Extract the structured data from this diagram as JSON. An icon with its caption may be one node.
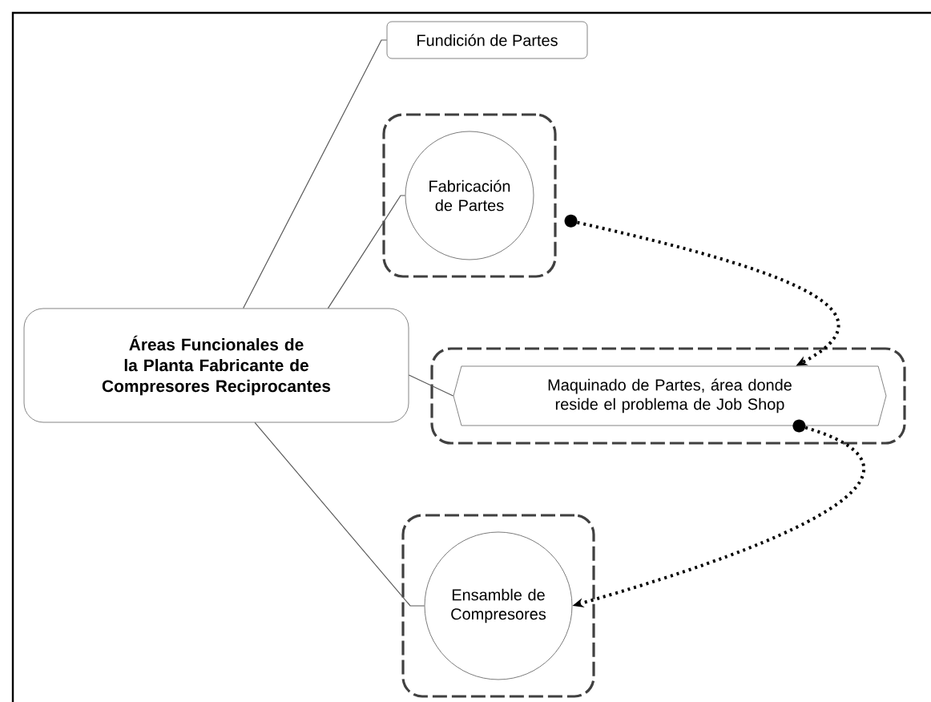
{
  "diagram": {
    "nodes": [
      {
        "text": [
          "Áreas Funcionales de la Planta Fabricante de Compresores Reciprocantes"
        ]
      },
      {
        "text": [
          "Fundición de Partes"
        ]
      },
      {
        "text": [],
        "shape": "box"
      },
      {
        "text": [
          "Fabricación de Partes"
        ],
        "in": 2
      },
      {
        "text": [],
        "shape": "box"
      },
      {
        "text": [
          "Maquinado de Partes, área donde reside el problema de Job Shop"
        ],
        "in": 4
      },
      {
        "text": [],
        "shape": "box"
      },
      {
        "text": [
          "Ensamble de Compresores"
        ],
        "in": 6
      }
    ],
    "edges": [
      {
        "from": 0,
        "to": 1,
        "arrow": "none"
      },
      {
        "from": 0,
        "to": 3,
        "arrow": "none"
      },
      {
        "from": 0,
        "to": 5,
        "arrow": "none"
      },
      {
        "from": 0,
        "to": 7,
        "arrow": "none"
      },
      {
        "from": 2,
        "to": 5,
        "arrow": "to",
        "style": "dashed"
      },
      {
        "from": 5,
        "to": 7,
        "arrow": "to",
        "style": "dashed"
      }
    ]
  }
}
